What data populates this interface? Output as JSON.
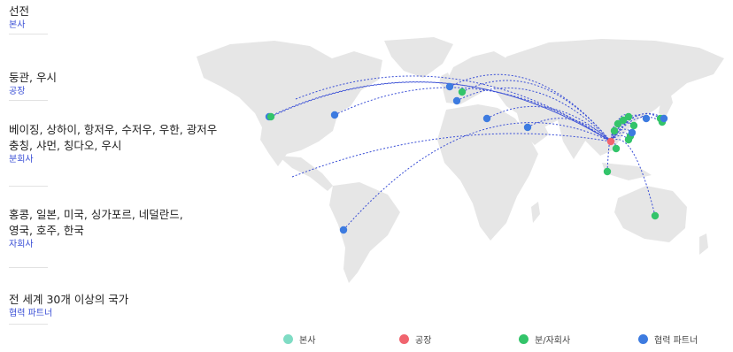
{
  "locations": [
    {
      "names": [
        "선전"
      ],
      "type": "본사"
    },
    {
      "names": [
        "둥관, 우시"
      ],
      "type": "공장"
    },
    {
      "names": [
        "베이징, 상하이, 항저우, 수저우, 우한, 광저우",
        "충칭, 샤먼, 칭다오, 우시"
      ],
      "type": "분회사"
    },
    {
      "names": [
        "홍콩, 일본, 미국, 싱가포르, 네덜란드,",
        "영국, 호주, 한국"
      ],
      "type": "자회사"
    },
    {
      "names": [
        "전 세계 30개 이상의 국가"
      ],
      "type": "협력 파트너"
    }
  ],
  "legend": [
    {
      "label": "본사",
      "color": "#7fdcc4"
    },
    {
      "label": "공장",
      "color": "#f0646e"
    },
    {
      "label": "분/자회사",
      "color": "#33c46a"
    },
    {
      "label": "협력 파트너",
      "color": "#3d7be0"
    }
  ],
  "colors": {
    "land": "#e6e6e6",
    "route": "#3a4fd6",
    "hub": "#f0646e"
  }
}
